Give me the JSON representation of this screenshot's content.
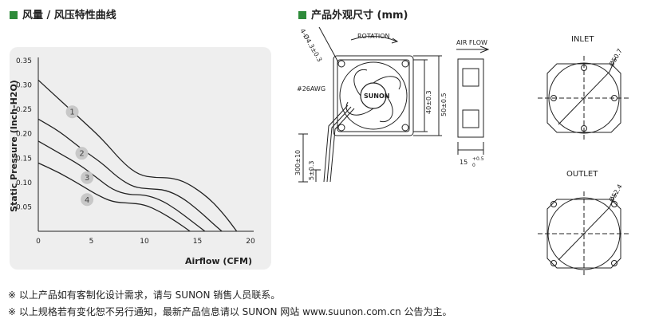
{
  "section_titles": {
    "curve": "风量 / 风压特性曲线",
    "dimensions": "产品外观尺寸 (mm)"
  },
  "chart_data": {
    "type": "line",
    "title": "",
    "xlabel": "Airflow (CFM)",
    "ylabel": "Static Pressure (Inch-H2O)",
    "xlim": [
      0,
      20
    ],
    "ylim": [
      0,
      0.35
    ],
    "x_ticks": [
      "0",
      "5",
      "10",
      "15",
      "20"
    ],
    "y_ticks": [
      "0.05",
      "0.10",
      "0.15",
      "0.20",
      "0.25",
      "0.30",
      "0.35"
    ],
    "grid": false,
    "series": [
      {
        "name": "1",
        "points": [
          [
            0,
            0.31
          ],
          [
            2,
            0.27
          ],
          [
            4,
            0.23
          ],
          [
            6,
            0.19
          ],
          [
            8,
            0.14
          ],
          [
            9.5,
            0.115
          ],
          [
            11,
            0.11
          ],
          [
            12.5,
            0.11
          ],
          [
            14,
            0.1
          ],
          [
            16,
            0.07
          ],
          [
            17.5,
            0.035
          ],
          [
            18.7,
            0.0
          ]
        ]
      },
      {
        "name": "2",
        "points": [
          [
            0,
            0.23
          ],
          [
            2,
            0.205
          ],
          [
            4,
            0.17
          ],
          [
            6,
            0.14
          ],
          [
            7.5,
            0.11
          ],
          [
            9,
            0.09
          ],
          [
            10.5,
            0.087
          ],
          [
            12,
            0.085
          ],
          [
            13.5,
            0.07
          ],
          [
            15,
            0.045
          ],
          [
            16.5,
            0.015
          ],
          [
            17.3,
            0.0
          ]
        ]
      },
      {
        "name": "3",
        "points": [
          [
            0,
            0.185
          ],
          [
            2,
            0.16
          ],
          [
            4,
            0.135
          ],
          [
            5.5,
            0.11
          ],
          [
            7,
            0.085
          ],
          [
            8.5,
            0.075
          ],
          [
            10,
            0.075
          ],
          [
            11.5,
            0.065
          ],
          [
            13,
            0.045
          ],
          [
            14.5,
            0.02
          ],
          [
            15.7,
            0.0
          ]
        ]
      },
      {
        "name": "4",
        "points": [
          [
            0,
            0.14
          ],
          [
            2,
            0.12
          ],
          [
            4,
            0.095
          ],
          [
            5.5,
            0.075
          ],
          [
            7,
            0.06
          ],
          [
            8.5,
            0.058
          ],
          [
            10,
            0.055
          ],
          [
            11.5,
            0.04
          ],
          [
            13,
            0.02
          ],
          [
            14.3,
            0.0
          ]
        ]
      }
    ],
    "curve_labels": [
      {
        "text": "1",
        "x": 3.2,
        "y": 0.245
      },
      {
        "text": "2",
        "x": 4.1,
        "y": 0.16
      },
      {
        "text": "3",
        "x": 4.6,
        "y": 0.11
      },
      {
        "text": "4",
        "x": 4.6,
        "y": 0.065
      }
    ]
  },
  "drawing_labels": {
    "hole_spec": "4-Ø4.3±0.3",
    "rotation": "ROTATION",
    "air_flow": "AIR FLOW",
    "wire_gauge": "#26AWG",
    "brand": "SUNON",
    "dim_40": "40±0.3",
    "dim_50": "50±0.5",
    "dim_300": "300±10",
    "dim_5": "5±0.3",
    "dim_15": "15",
    "dim_15_tol_top": "+0.5",
    "dim_15_tol_bottom": "0",
    "inlet": "INLET",
    "inlet_dia": "Ø50.7",
    "outlet": "OUTLET",
    "outlet_dia": "Ø52.4"
  },
  "notes": [
    "※ 以上产品如有客制化设计需求，请与 SUNON 销售人员联系。",
    "※ 以上规格若有变化恕不另行通知，最新产品信息请以 SUNON 网站 www.suunon.com.cn 公告为主。"
  ],
  "colors": {
    "accent": "#2e8b3a",
    "panel": "#eeeeee",
    "line": "#222222"
  }
}
